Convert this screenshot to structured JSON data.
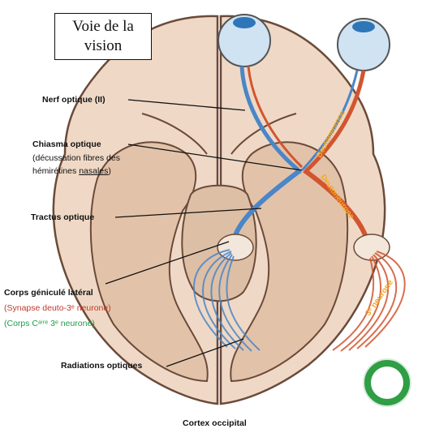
{
  "title": {
    "line1": "Voie de la",
    "line2": "vision"
  },
  "labels": {
    "nerf_optique": "Nerf optique (II)",
    "chiasma": "Chiasma optique",
    "chiasma_note_1": "(décussation fibres des",
    "chiasma_note_2a": "hémirétines ",
    "chiasma_note_2b": "nasales",
    "chiasma_note_2c": ")",
    "tractus": "Tractus optique",
    "corps_geniculé": "Corps géniculé latéral",
    "synapse": "(Synapse deuto-3ᵉ neurone)",
    "corps_c": "(Corps Cᵃⁱʳᵉ 3ᵉ neurone)",
    "radiations": "Radiations optiques",
    "cortex": "Cortex occipital"
  },
  "diagram_text": {
    "deutoneurone_1": "Deutoneurone",
    "deutoneurone_2": "Deutoneurone",
    "troisieme_neurone": "3ᵉ neurone"
  },
  "colors": {
    "brain": "#efd9c6",
    "brain_dark": "#e2c3a9",
    "outline": "#6b4a3a",
    "blue_path": "#4a86c8",
    "red_path": "#d2552f",
    "eye": "#cfe3f3"
  }
}
